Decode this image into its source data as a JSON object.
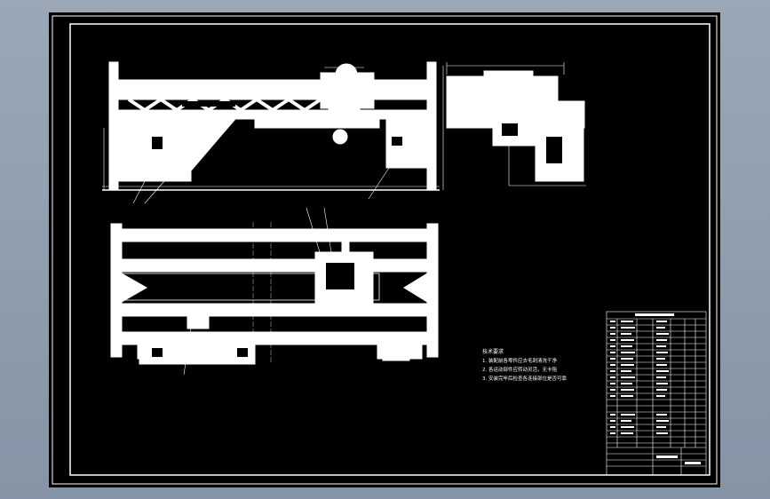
{
  "viewport": {
    "background": "#000000",
    "line_color": "#ffffff",
    "outside_color": "#8f9caf"
  },
  "notes": {
    "heading": "技术要求",
    "lines": [
      "1. 装配前各零件应去毛刺清洗干净",
      "2. 各运动部件应转动灵活，无卡阻",
      "3. 安装完毕后检查各连接部位是否可靠"
    ]
  }
}
